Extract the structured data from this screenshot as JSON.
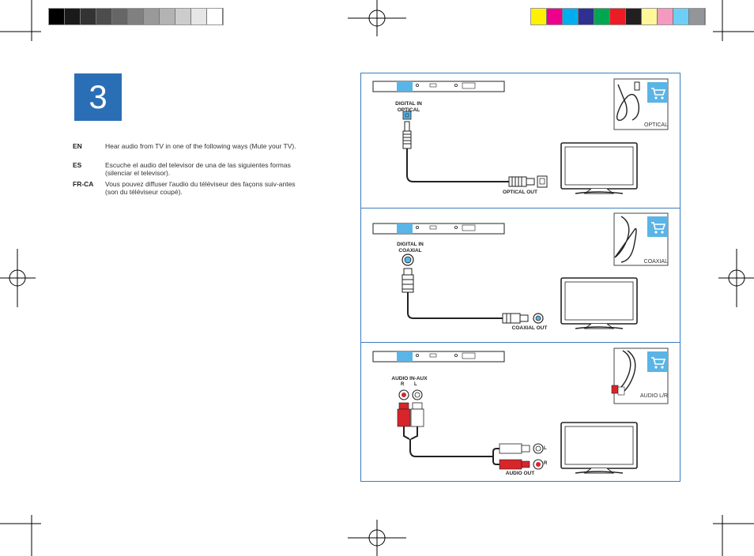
{
  "gray_swatches": [
    "#000000",
    "#1a1a1a",
    "#333333",
    "#4d4d4d",
    "#666666",
    "#808080",
    "#999999",
    "#b3b3b3",
    "#cccccc",
    "#e6e6e6",
    "#ffffff"
  ],
  "color_swatches": [
    "#fff200",
    "#ec008c",
    "#00aeef",
    "#2e3192",
    "#00a651",
    "#ed1c24",
    "#231f20",
    "#fff799",
    "#f49ac1",
    "#6dcff6",
    "#939598"
  ],
  "step": {
    "number": "3",
    "color": "#2a6fb5"
  },
  "languages": [
    {
      "code": "EN",
      "text": "Hear audio from TV in one of the following ways (Mute your TV)."
    },
    {
      "code": "ES",
      "text": "Escuche el audio del televisor de una de las siguientes formas (silenciar el televisor)."
    },
    {
      "code": "FR-CA",
      "text": "Vous pouvez diffuser l'audio du téléviseur des façons suiv-antes (son du téléviseur coupé)."
    }
  ],
  "sections": [
    {
      "input_label": "DIGITAL IN\nOPTICAL",
      "output_label": "OPTICAL OUT",
      "cable_name": "OPTICAL"
    },
    {
      "input_label": "DIGITAL IN\nCOAXIAL",
      "output_label": "COAXIAL OUT",
      "cable_name": "COAXIAL"
    },
    {
      "input_label": "AUDIO IN-AUX",
      "input_channels": [
        "R",
        "L"
      ],
      "output_label": "AUDIO OUT",
      "output_channels": [
        "L",
        "R"
      ],
      "cable_name": "AUDIO L/R"
    }
  ],
  "colors": {
    "frame": "#3b7cc0",
    "highlight": "#5ab4e6",
    "red": "#d7252a"
  }
}
